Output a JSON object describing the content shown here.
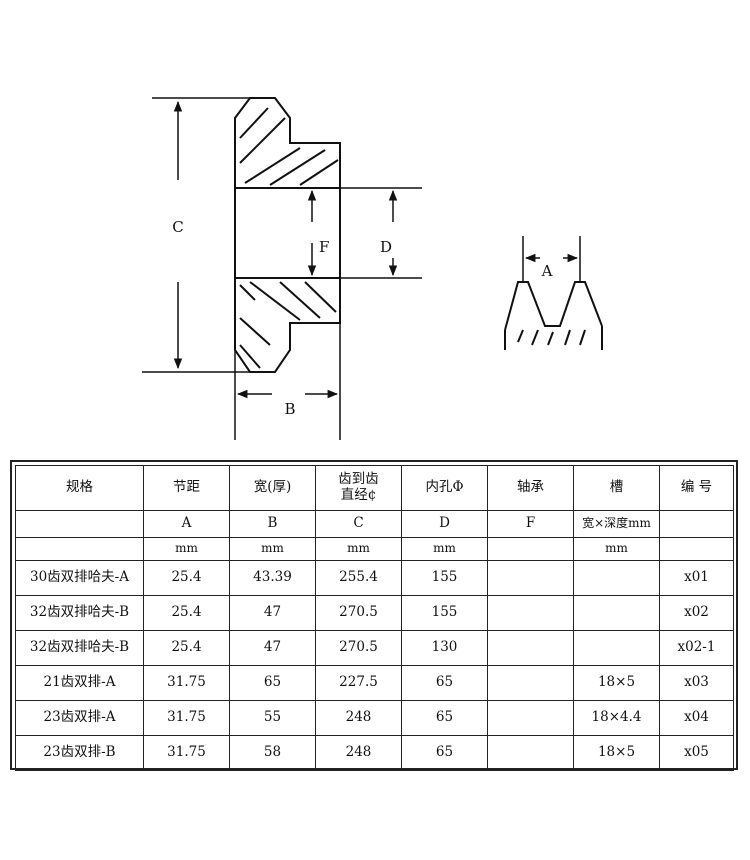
{
  "diagram": {
    "labels": {
      "c": "C",
      "f": "F",
      "d": "D",
      "b": "B",
      "a": "A"
    }
  },
  "table": {
    "headers": [
      "规格",
      "节距",
      "宽(厚)",
      "齿到齿\n直经¢",
      "内孔Φ",
      "轴承",
      "槽",
      "编 号"
    ],
    "symbols": [
      "",
      "A",
      "B",
      "C",
      "D",
      "F",
      "宽×深度mm",
      ""
    ],
    "units": [
      "",
      "mm",
      "mm",
      "mm",
      "mm",
      "",
      "mm",
      ""
    ],
    "rows": [
      [
        "30齿双排哈夫-A",
        "25.4",
        "43.39",
        "255.4",
        "155",
        "",
        "",
        "x01"
      ],
      [
        "32齿双排哈夫-B",
        "25.4",
        "47",
        "270.5",
        "155",
        "",
        "",
        "x02"
      ],
      [
        "32齿双排哈夫-B",
        "25.4",
        "47",
        "270.5",
        "130",
        "",
        "",
        "x02-1"
      ],
      [
        "21齿双排-A",
        "31.75",
        "65",
        "227.5",
        "65",
        "",
        "18×5",
        "x03"
      ],
      [
        "23齿双排-A",
        "31.75",
        "55",
        "248",
        "65",
        "",
        "18×4.4",
        "x04"
      ],
      [
        "23齿双排-B",
        "31.75",
        "58",
        "248",
        "65",
        "",
        "18×5",
        "x05"
      ]
    ]
  }
}
